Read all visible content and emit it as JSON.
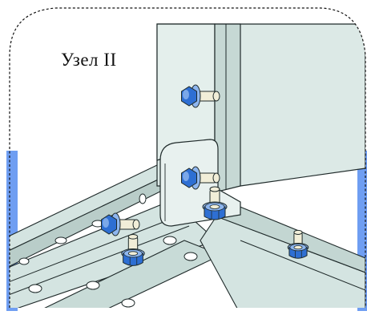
{
  "caption": "Узел II",
  "colors": {
    "panel": "#dce9e6",
    "panel_dark": "#c6d8d4",
    "rail": "#d4e4e1",
    "rail_dark": "#b9cdc9",
    "nut": "#2e6fd3",
    "nut_light": "#8eb6ef",
    "bolt": "#f1eed8",
    "outline": "#1f2a2a",
    "backdrop": "#6f9ef2",
    "frame": "#111111"
  },
  "icons": {
    "bolt": "hex-bolt-icon",
    "hole": "hole-icon"
  },
  "bolts": [
    "bolt-1",
    "bolt-2",
    "bolt-3",
    "bolt-4",
    "bolt-5",
    "bolt-6"
  ]
}
